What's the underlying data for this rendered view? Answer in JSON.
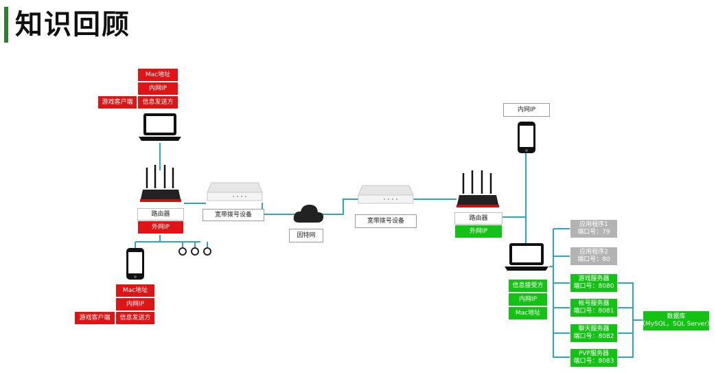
{
  "page_title": "知识回顾",
  "colors": {
    "red": "#e01414",
    "green": "#13c313",
    "gray": "#b3b3b3",
    "line": "#2aa6c8",
    "title_bar": "#2f7d32"
  },
  "icons": [
    "laptop-icon",
    "router-icon",
    "modem-icon",
    "cloud-icon",
    "phone-icon"
  ],
  "left_top": {
    "mac": "Mac地址",
    "lan_ip": "内网IP",
    "sender": "信息发送方",
    "client": "游戏客户端"
  },
  "left_router": {
    "label": "路由器",
    "wan_ip": "外网IP"
  },
  "left_modem": "宽带拨号设备",
  "internet": "因特网",
  "right_modem": "宽带拨号设备",
  "right_router": {
    "label": "路由器",
    "wan_ip": "外网IP"
  },
  "left_bottom": {
    "mac": "Mac地址",
    "lan_ip": "内网IP",
    "sender": "信息发送方",
    "client": "游戏客户端"
  },
  "right_phone_ip": "内网IP",
  "right_server": {
    "receiver": "信息接受方",
    "lan_ip": "内网IP",
    "mac": "Mac地址"
  },
  "apps": [
    {
      "name": "应用程序1",
      "port": "端口号：79"
    },
    {
      "name": "应用程序2",
      "port": "端口号：80"
    }
  ],
  "services": [
    {
      "name": "游戏服务器",
      "port": "端口号：8080"
    },
    {
      "name": "帐号服务器",
      "port": "端口号：8081"
    },
    {
      "name": "聊天服务器",
      "port": "端口号：8082"
    },
    {
      "name": "PVP服务器",
      "port": "端口号：8083"
    }
  ],
  "database": {
    "name": "数据库",
    "detail": "（MySQL，SQL Server）"
  }
}
